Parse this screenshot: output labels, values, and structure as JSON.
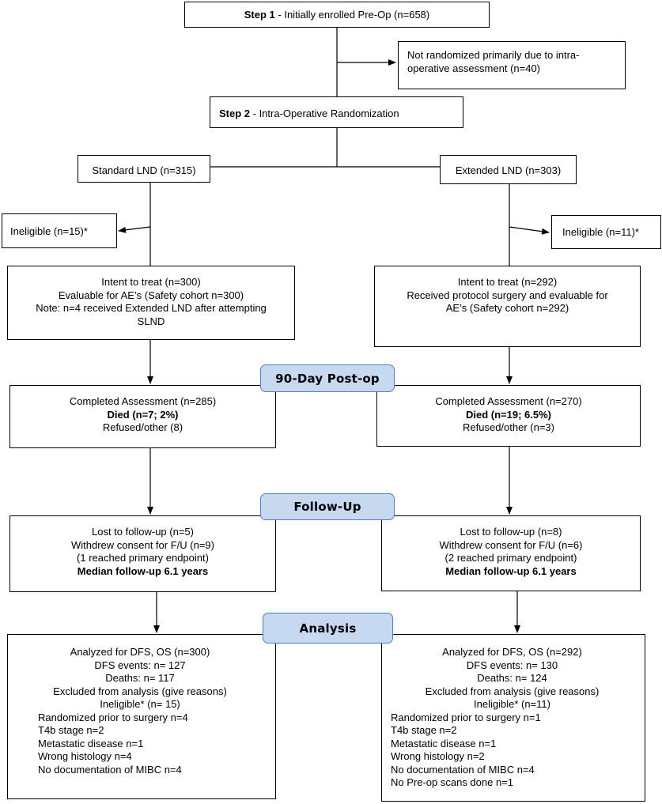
{
  "step1": {
    "bold": "Step 1",
    "rest": " - Initially enrolled Pre-Op (n=658)"
  },
  "not_randomized": {
    "line1": "Not randomized primarily due to intra-",
    "line2": "operative assessment (n=40)"
  },
  "step2": {
    "bold": "Step 2",
    "rest": " - Intra-Operative Randomization"
  },
  "standard_arm": {
    "label": "Standard LND (n=315)"
  },
  "extended_arm": {
    "label": "Extended LND (n=303)"
  },
  "ineligible_left": "Ineligible (n=15)*",
  "ineligible_right": "Ineligible (n=11)*",
  "itt_left": {
    "line1": "Intent to treat (n=300)",
    "line2": "Evaluable for AE’s (Safety cohort n=300)",
    "line3": "Note:  n=4 received Extended LND after attempting",
    "line4": "SLND"
  },
  "itt_right": {
    "line1": "Intent to treat (n=292)",
    "line2": "Received protocol surgery and evaluable for",
    "line3": "AE’s (Safety cohort n=292)"
  },
  "phases": {
    "post_op": "90-Day Post-op",
    "follow_up": "Follow-Up",
    "analysis": "Analysis"
  },
  "post_op_left": {
    "line1": "Completed Assessment (n=285)",
    "line2": "Died (n=7; 2%)",
    "line3": "Refused/other (8)"
  },
  "post_op_right": {
    "line1": "Completed Assessment (n=270)",
    "line2": "Died (n=19; 6.5%)",
    "line3": "Refused/other (n=3)"
  },
  "followup_left": {
    "line1": "Lost to follow-up (n=5)",
    "line2": "Withdrew consent for F/U (n=9)",
    "line3": "(1 reached primary endpoint)",
    "line4": "Median follow-up 6.1 years"
  },
  "followup_right": {
    "line1": "Lost to follow-up (n=8)",
    "line2": "Withdrew consent for F/U (n=6)",
    "line3": "(2 reached primary endpoint)",
    "line4": "Median follow-up 6.1 years"
  },
  "analysis_left": {
    "centered": [
      "Analyzed for DFS, OS (n=300)",
      "DFS events:  n= 127",
      "Deaths: n= 117",
      "Excluded from analysis (give reasons)",
      "Ineligible* (n= 15)"
    ],
    "list": [
      "Randomized prior to surgery n=4",
      "T4b stage n=2",
      "Metastatic disease n=1",
      "Wrong histology n=4",
      "No documentation of MIBC n=4"
    ]
  },
  "analysis_right": {
    "centered": [
      "Analyzed for DFS, OS (n=292)",
      "DFS events:  n= 130",
      "Deaths: n= 124",
      "Excluded from analysis (give reasons)",
      "Ineligible* (n=11)"
    ],
    "list": [
      "Randomized prior to surgery n=1",
      "T4b stage n=2",
      "Metastatic disease n=1",
      "Wrong histology n=2",
      "No documentation of MIBC n=4",
      "No Pre-op scans done n=1"
    ]
  },
  "colors": {
    "phase_fill": "#c6d9f1",
    "phase_border": "#4f81bd"
  }
}
